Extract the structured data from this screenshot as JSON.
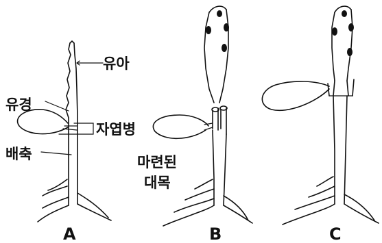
{
  "labels": {
    "bud": "유아",
    "scion_stem": "유경",
    "cotyledon_petiole": "자엽병",
    "hypocotyl": "배축",
    "rootstock_line1": "마련된",
    "rootstock_line2": "대목"
  },
  "panels": {
    "a": "A",
    "b": "B",
    "c": "C"
  }
}
